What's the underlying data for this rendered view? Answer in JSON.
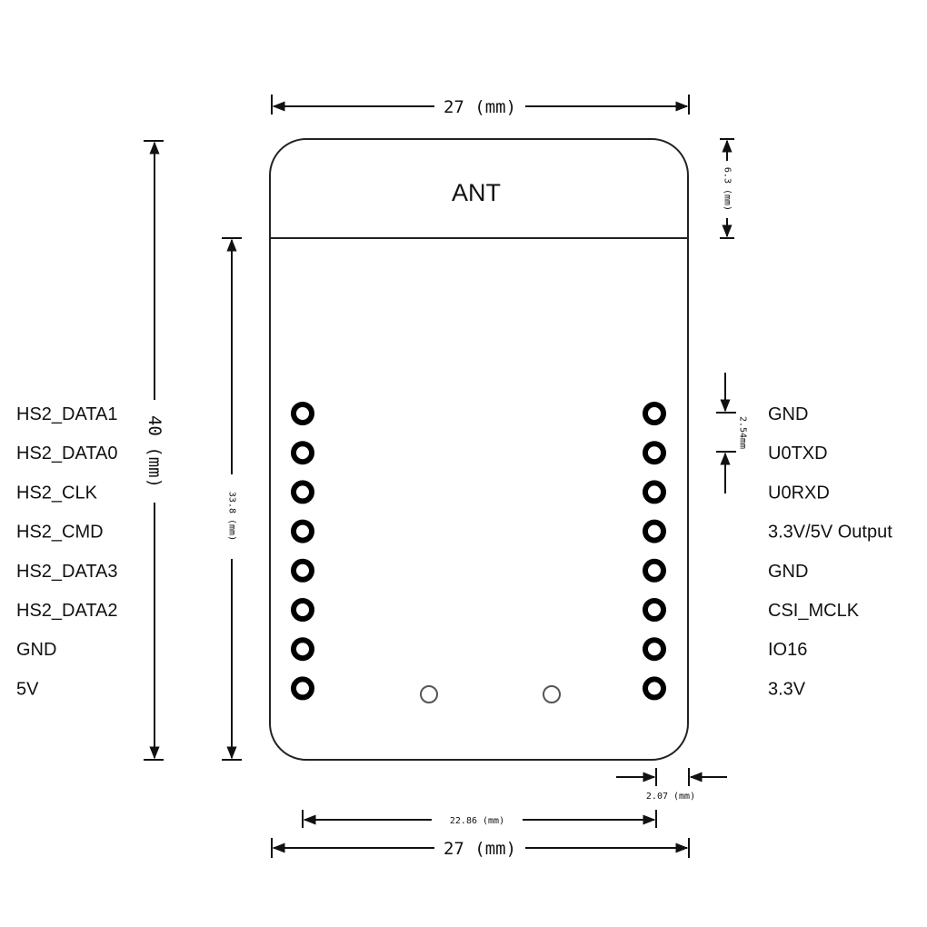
{
  "board": {
    "antenna_label": "ANT"
  },
  "pins_left": [
    "HS2_DATA1",
    "HS2_DATA0",
    "HS2_CLK",
    "HS2_CMD",
    "HS2_DATA3",
    "HS2_DATA2",
    "GND",
    "5V"
  ],
  "pins_right": [
    "GND",
    "U0TXD",
    "U0RXD",
    "3.3V/5V Output",
    "GND",
    "CSI_MCLK",
    "IO16",
    "3.3V"
  ],
  "dimensions": {
    "top_width": "27 (mm)",
    "bottom_width": "27 (mm)",
    "overall_height": "40 (mm)",
    "body_height": "33.8 (mm)",
    "antenna_height": "6.3 (mm)",
    "pin_pitch": "2.54mm",
    "pin_row_spacing": "22.86 (mm)",
    "edge_offset": "2.07 (mm)"
  },
  "colors": {
    "line": "#111111",
    "background": "#ffffff"
  }
}
